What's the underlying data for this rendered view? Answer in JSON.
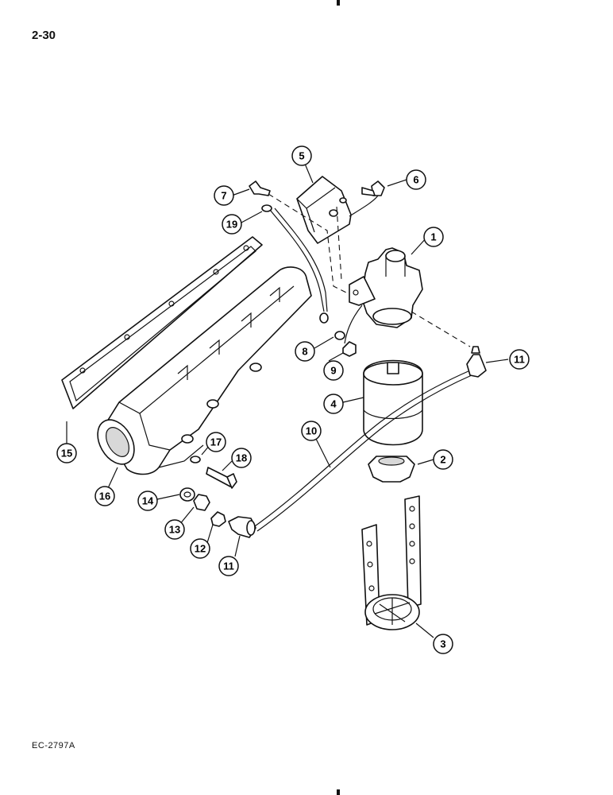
{
  "page": {
    "number": "2-30",
    "figure_code": "EC-2797A"
  },
  "callouts": {
    "c1": "1",
    "c2": "2",
    "c3": "3",
    "c4": "4",
    "c5": "5",
    "c6": "6",
    "c7": "7",
    "c8": "8",
    "c9": "9",
    "c10": "10",
    "c11a": "11",
    "c11b": "11",
    "c12": "12",
    "c13": "13",
    "c14": "14",
    "c15": "15",
    "c16": "16",
    "c17": "17",
    "c18": "18",
    "c19": "19"
  }
}
